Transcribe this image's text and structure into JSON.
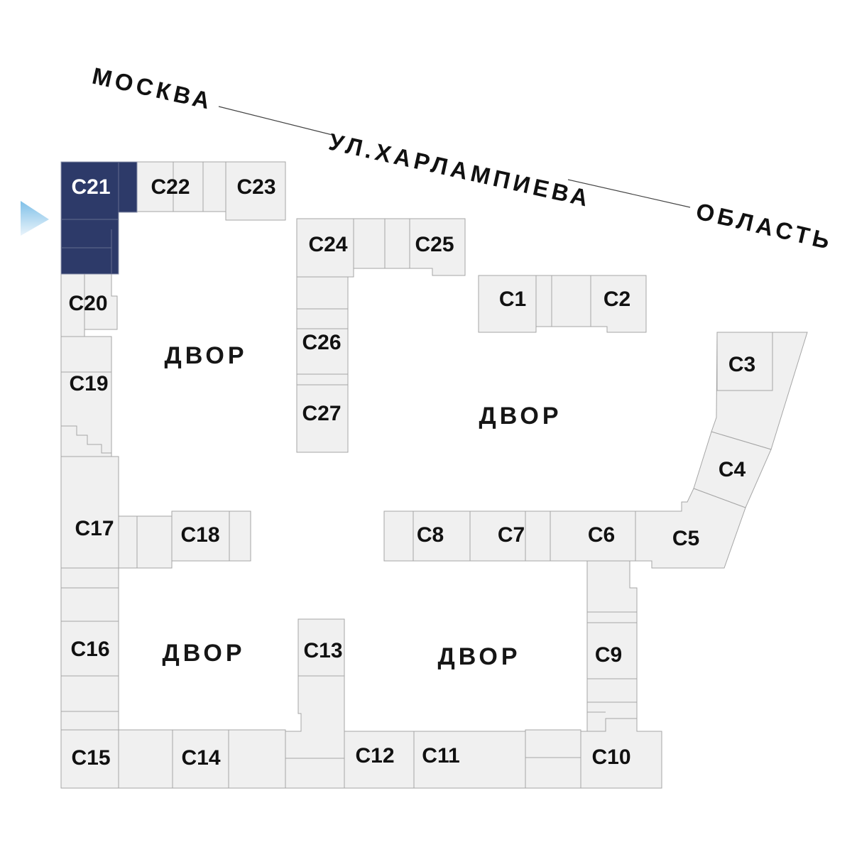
{
  "street": {
    "left_label": "МОСКВА",
    "name": "УЛ.ХАРЛАМПИЕВА",
    "right_label": "ОБЛАСТЬ"
  },
  "courtyard_label": "ДВОР",
  "highlighted_building": "С21",
  "buildings": {
    "c1": {
      "label": "С1"
    },
    "c2": {
      "label": "С2"
    },
    "c3": {
      "label": "С3"
    },
    "c4": {
      "label": "С4"
    },
    "c5": {
      "label": "С5"
    },
    "c6": {
      "label": "С6"
    },
    "c7": {
      "label": "С7"
    },
    "c8": {
      "label": "С8"
    },
    "c9": {
      "label": "С9"
    },
    "c10": {
      "label": "С10"
    },
    "c11": {
      "label": "С11"
    },
    "c12": {
      "label": "С12"
    },
    "c13": {
      "label": "С13"
    },
    "c14": {
      "label": "С14"
    },
    "c15": {
      "label": "С15"
    },
    "c16": {
      "label": "С16"
    },
    "c17": {
      "label": "С17"
    },
    "c18": {
      "label": "С18"
    },
    "c19": {
      "label": "С19"
    },
    "c20": {
      "label": "С20"
    },
    "c21": {
      "label": "С21"
    },
    "c22": {
      "label": "С22"
    },
    "c23": {
      "label": "С23"
    },
    "c24": {
      "label": "С24"
    },
    "c25": {
      "label": "С25"
    },
    "c26": {
      "label": "С26"
    },
    "c27": {
      "label": "С27"
    }
  },
  "colors": {
    "highlight": "#2d3a69",
    "building_fill": "#f0f0f0",
    "building_stroke": "#a6a6a6",
    "arrow_start": "#7fc0e8",
    "arrow_end": "#eaf4fb",
    "street_line": "#444444"
  }
}
